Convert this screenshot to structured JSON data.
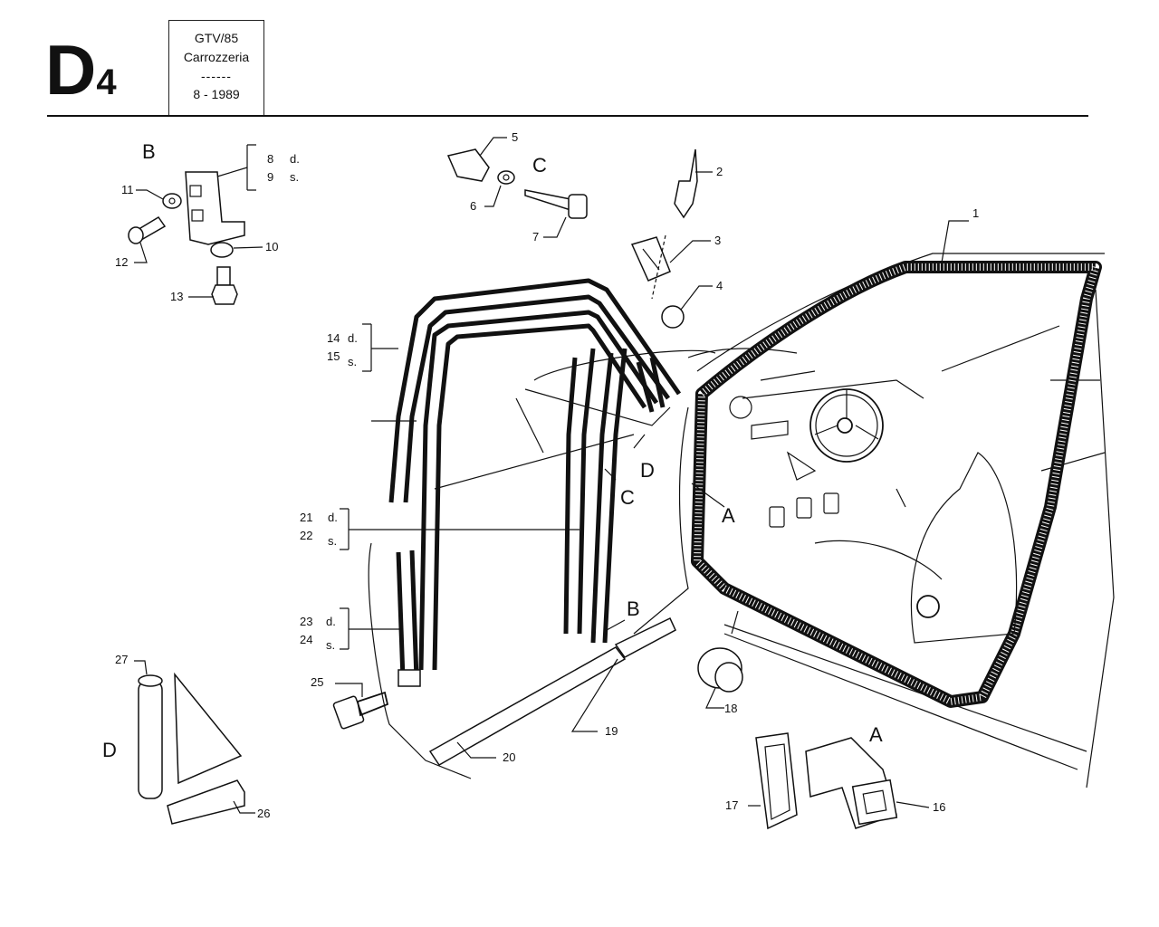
{
  "header": {
    "page_code": "D",
    "page_code_sub": "4",
    "model": "GTV/85",
    "section": "Carrozzeria",
    "separator": "------",
    "date": "8 - 1989"
  },
  "group_labels": {
    "A_left": "A",
    "A_detail": "A",
    "B_detail": "B",
    "B_door": "B",
    "C_detail": "C",
    "C_door": "C",
    "D_detail": "D",
    "D_door": "D"
  },
  "callouts": {
    "n1": "1",
    "n2": "2",
    "n3": "3",
    "n4": "4",
    "n5": "5",
    "n6": "6",
    "n7": "7",
    "n8": "8",
    "n9": "9",
    "n10": "10",
    "n11": "11",
    "n12": "12",
    "n13": "13",
    "n14": "14",
    "n15": "15",
    "n16": "16",
    "n17": "17",
    "n18": "18",
    "n19": "19",
    "n20": "20",
    "n21": "21",
    "n22": "22",
    "n23": "23",
    "n24": "24",
    "n25": "25",
    "n26": "26",
    "n27": "27"
  },
  "side_labels": {
    "right": "d.",
    "left": "s."
  }
}
